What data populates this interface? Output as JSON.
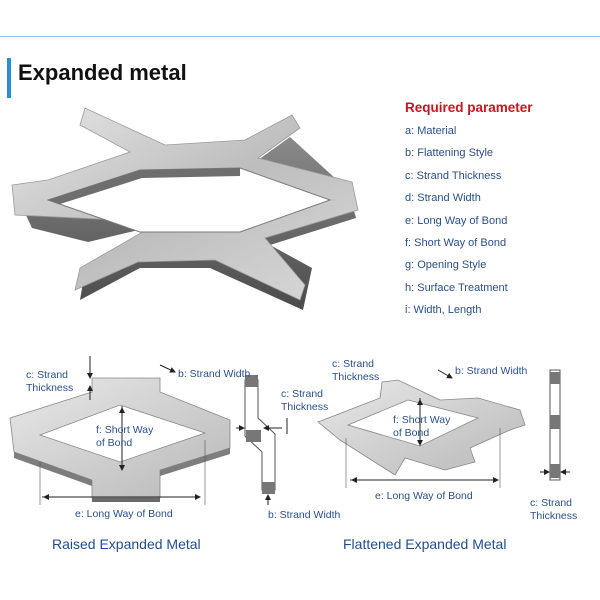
{
  "title": "Expanded metal",
  "required_parameters": {
    "heading": "Required parameter",
    "items": [
      "a: Material",
      "b: Flattening Style",
      "c: Strand Thickness",
      "d: Strand Width",
      "e: Long Way of Bond",
      "f: Short Way of Bond",
      "g: Opening Style",
      "h: Surface Treatment",
      "i: Width, Length"
    ]
  },
  "raised": {
    "caption": "Raised Expanded Metal",
    "strand_thickness": "c: Strand\nThickness",
    "strand_width": "b: Strand Width",
    "short_way": "f: Short Way\nof Bond",
    "long_way": "e: Long Way of Bond",
    "side_thickness": "c: Strand\nThickness",
    "side_width": "b: Strand Width"
  },
  "flattened": {
    "caption": "Flattened Expanded Metal",
    "strand_thickness": "c: Strand\nThickness",
    "strand_width": "b: Strand Width",
    "short_way": "f: Short Way\nof Bond",
    "long_way": "e: Long Way of Bond",
    "side_thickness": "c: Strand\nThickness"
  },
  "colors": {
    "title_accent": "#2a8fd4",
    "heading_red": "#c4161c",
    "label_blue": "#2a4f8a",
    "caption_blue": "#1f4e8f"
  }
}
